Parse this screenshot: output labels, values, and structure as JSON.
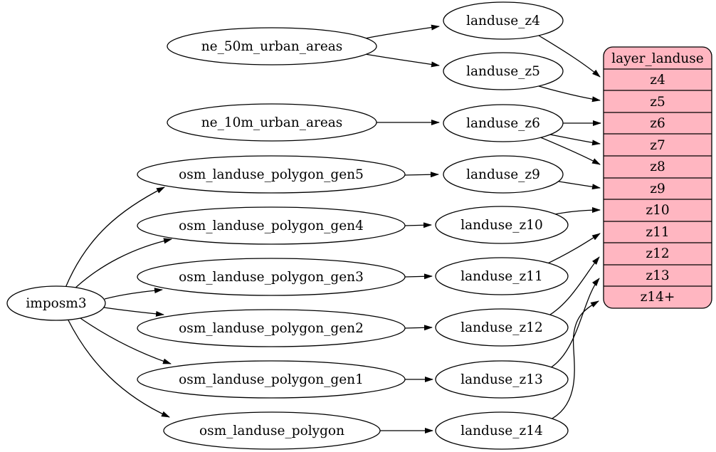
{
  "diagram": {
    "kind": "dependency-graph",
    "colors": {
      "background": "#ffffff",
      "node_fill": "#ffffff",
      "stroke": "#000000",
      "record_fill": "#ffb6c1"
    }
  },
  "nodes": {
    "imposm3": "imposm3",
    "ne_50m_urban_areas": "ne_50m_urban_areas",
    "ne_10m_urban_areas": "ne_10m_urban_areas",
    "osm_landuse_polygon_gen5": "osm_landuse_polygon_gen5",
    "osm_landuse_polygon_gen4": "osm_landuse_polygon_gen4",
    "osm_landuse_polygon_gen3": "osm_landuse_polygon_gen3",
    "osm_landuse_polygon_gen2": "osm_landuse_polygon_gen2",
    "osm_landuse_polygon_gen1": "osm_landuse_polygon_gen1",
    "osm_landuse_polygon": "osm_landuse_polygon",
    "landuse_z4": "landuse_z4",
    "landuse_z5": "landuse_z5",
    "landuse_z6": "landuse_z6",
    "landuse_z9": "landuse_z9",
    "landuse_z10": "landuse_z10",
    "landuse_z11": "landuse_z11",
    "landuse_z12": "landuse_z12",
    "landuse_z13": "landuse_z13",
    "landuse_z14": "landuse_z14"
  },
  "record": {
    "title": "layer_landuse",
    "fill": "#ffb6c1",
    "rows": [
      "z4",
      "z5",
      "z6",
      "z7",
      "z8",
      "z9",
      "z10",
      "z11",
      "z12",
      "z13",
      "z14+"
    ]
  },
  "edges": [
    {
      "from": "imposm3",
      "to": "osm_landuse_polygon_gen5"
    },
    {
      "from": "imposm3",
      "to": "osm_landuse_polygon_gen4"
    },
    {
      "from": "imposm3",
      "to": "osm_landuse_polygon_gen3"
    },
    {
      "from": "imposm3",
      "to": "osm_landuse_polygon_gen2"
    },
    {
      "from": "imposm3",
      "to": "osm_landuse_polygon_gen1"
    },
    {
      "from": "imposm3",
      "to": "osm_landuse_polygon"
    },
    {
      "from": "ne_50m_urban_areas",
      "to": "landuse_z4"
    },
    {
      "from": "ne_50m_urban_areas",
      "to": "landuse_z5"
    },
    {
      "from": "ne_10m_urban_areas",
      "to": "landuse_z6"
    },
    {
      "from": "osm_landuse_polygon_gen5",
      "to": "landuse_z9"
    },
    {
      "from": "osm_landuse_polygon_gen4",
      "to": "landuse_z10"
    },
    {
      "from": "osm_landuse_polygon_gen3",
      "to": "landuse_z11"
    },
    {
      "from": "osm_landuse_polygon_gen2",
      "to": "landuse_z12"
    },
    {
      "from": "osm_landuse_polygon_gen1",
      "to": "landuse_z13"
    },
    {
      "from": "osm_landuse_polygon",
      "to": "landuse_z14"
    },
    {
      "from": "landuse_z4",
      "to": "layer_landuse.z4"
    },
    {
      "from": "landuse_z5",
      "to": "layer_landuse.z5"
    },
    {
      "from": "landuse_z6",
      "to": "layer_landuse.z6"
    },
    {
      "from": "landuse_z6",
      "to": "layer_landuse.z7"
    },
    {
      "from": "landuse_z6",
      "to": "layer_landuse.z8"
    },
    {
      "from": "landuse_z9",
      "to": "layer_landuse.z9"
    },
    {
      "from": "landuse_z10",
      "to": "layer_landuse.z10"
    },
    {
      "from": "landuse_z11",
      "to": "layer_landuse.z11"
    },
    {
      "from": "landuse_z12",
      "to": "layer_landuse.z12"
    },
    {
      "from": "landuse_z13",
      "to": "layer_landuse.z13"
    },
    {
      "from": "landuse_z14",
      "to": "layer_landuse.z14+"
    }
  ]
}
